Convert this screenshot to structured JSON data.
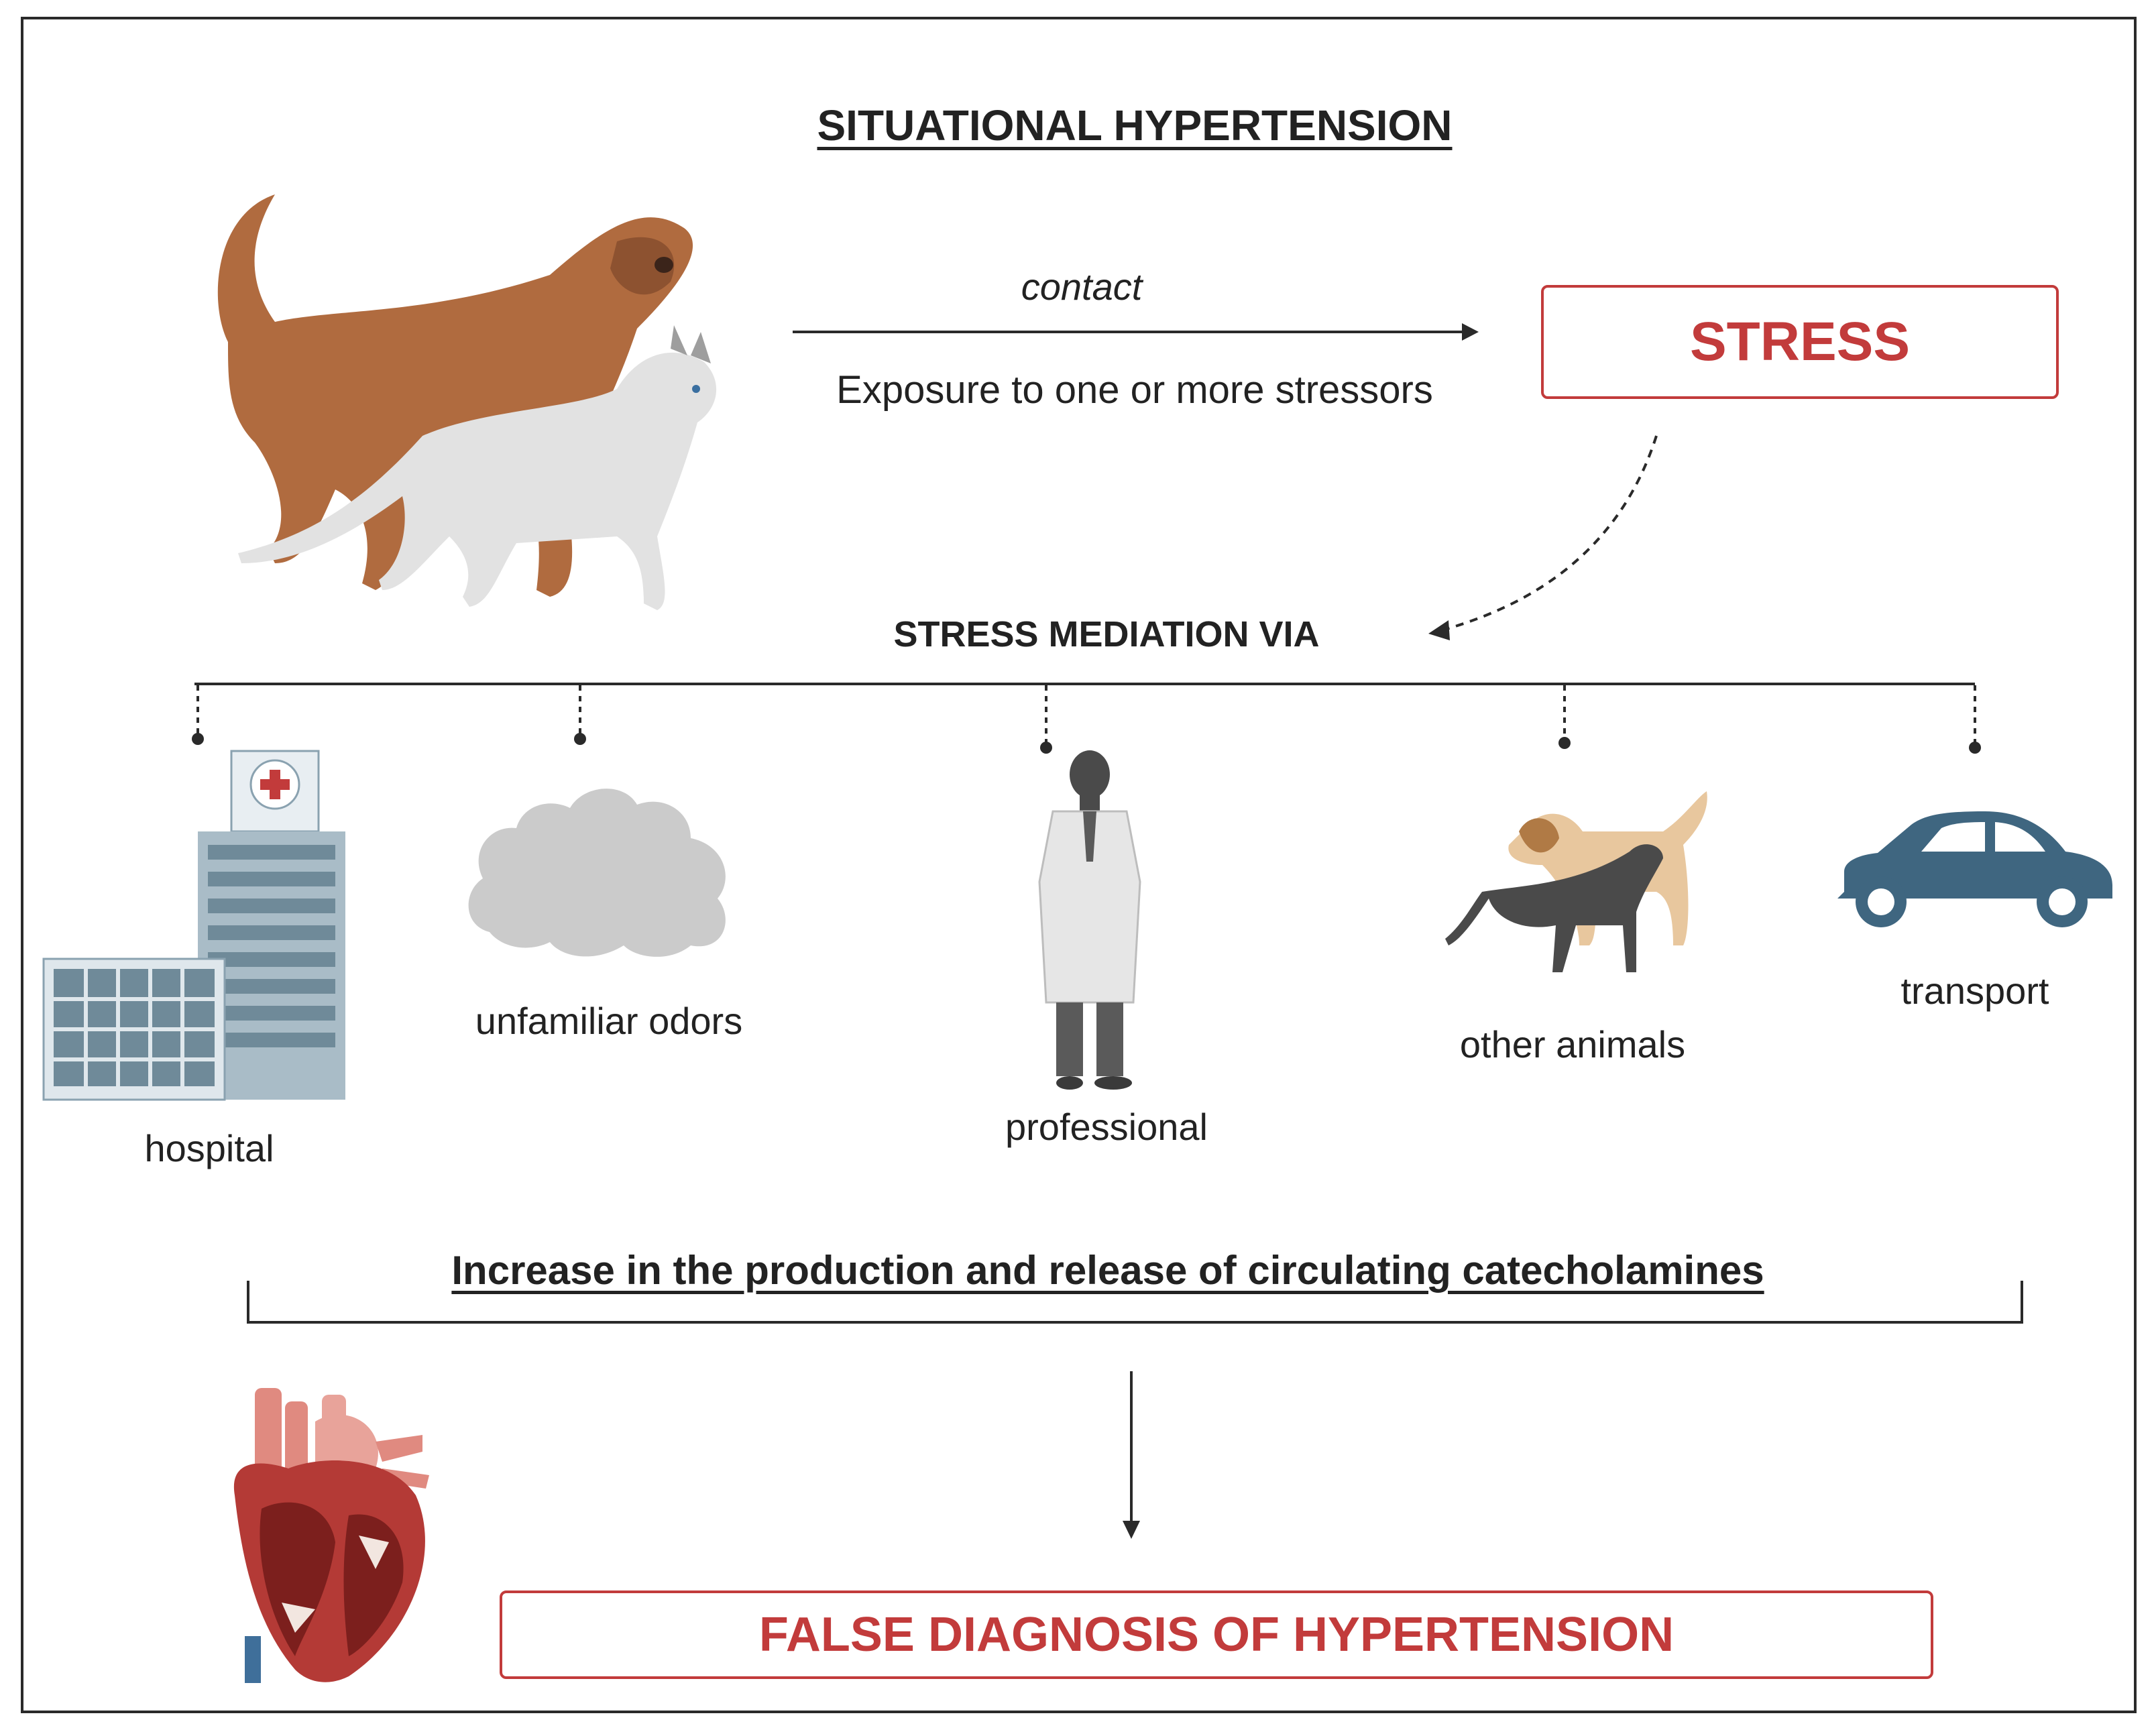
{
  "title": "SITUATIONAL HYPERTENSION",
  "contact_label": "contact",
  "exposure_label": "Exposure to one or more stressors",
  "stress_label": "STRESS",
  "mediation_label": "STRESS MEDIATION VIA",
  "mediators": [
    {
      "label": "hospital",
      "icon": "hospital-icon"
    },
    {
      "label": "unfamiliar odors",
      "icon": "cloud-icon"
    },
    {
      "label": "professional",
      "icon": "person-icon"
    },
    {
      "label": "other animals",
      "icon": "animals-icon"
    },
    {
      "label": "transport",
      "icon": "car-icon"
    }
  ],
  "increase_label": "Increase in the production and release of circulating catecholamines",
  "false_diagnosis_label": "FALSE DIAGNOSIS OF HYPERTENSION",
  "colors": {
    "accent": "#c23b3b",
    "line": "#2a2a2a",
    "car": "#3f6680"
  }
}
